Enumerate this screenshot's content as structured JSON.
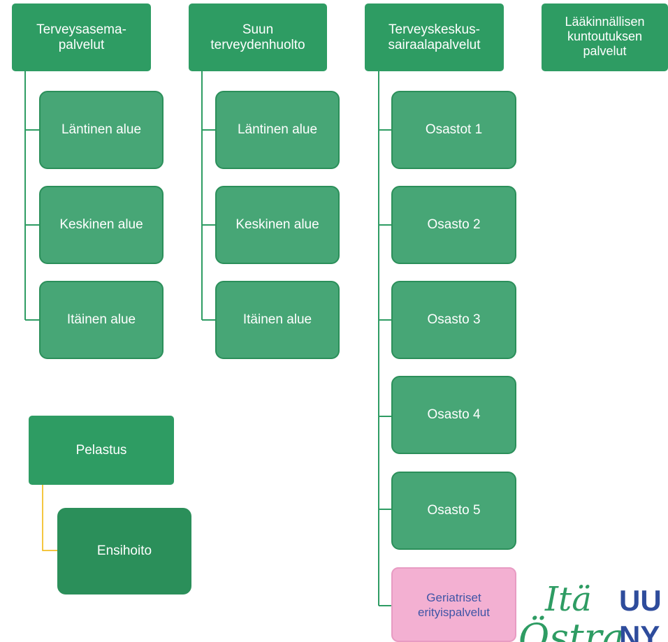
{
  "colors": {
    "top_node": "#2e9c63",
    "child_node": "#47a676",
    "connector_green": "#2e9c63",
    "connector_yellow": "#f0b400",
    "highlight_node": "#f3b0d2",
    "highlight_text": "#3f55a6",
    "logo_green": "#2e9c63",
    "logo_blue": "#2e4c9c"
  },
  "columns": [
    {
      "title": "Terveysasema-\npalvelut",
      "children": [
        "Läntinen alue",
        "Keskinen alue",
        "Itäinen alue"
      ]
    },
    {
      "title": "Suun\nterveydenhuolto",
      "children": [
        "Läntinen alue",
        "Keskinen alue",
        "Itäinen alue"
      ]
    },
    {
      "title": "Terveyskeskus-\nsairaalapalvelut",
      "children": [
        "Osastot 1",
        "Osasto 2",
        "Osasto 3",
        "Osasto 4",
        "Osasto 5"
      ],
      "highlighted_child": "Geriatriset\nerityispalvelut"
    },
    {
      "title": "Lääkinnällisen\nkuntoutuksen\npalvelut",
      "children": []
    }
  ],
  "rescue": {
    "title": "Pelastus",
    "child": "Ensihoito"
  },
  "logo": {
    "script_top": "Itä",
    "script_bottom": "Östra",
    "bold_top": "UU",
    "bold_bottom": "NY"
  }
}
